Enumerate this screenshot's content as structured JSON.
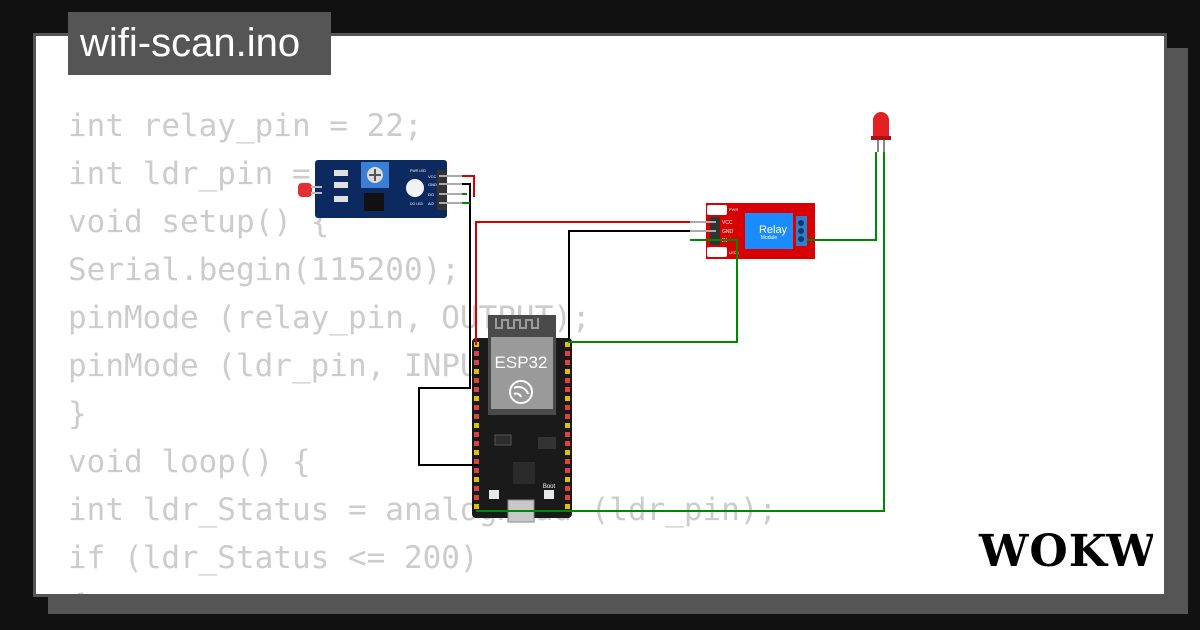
{
  "title": "wifi-scan.ino",
  "code_lines": [
    "int relay_pin = 22;",
    "int ldr_pin = 34;",
    "void setup() {",
    "Serial.begin(115200);",
    "pinMode (relay_pin, OUTPUT);",
    "pinMode (ldr_pin, INPUT);",
    "}",
    "void loop() {",
    "int ldr_Status = analogRead (ldr_pin);",
    "if (ldr_Status <= 200)",
    "{"
  ],
  "esp32": {
    "label": "ESP32",
    "boot_label": "Boot"
  },
  "relay": {
    "label": "Relay",
    "sub_label": "Module",
    "pins": [
      "VCC",
      "GND",
      "IN"
    ],
    "top_label": "PWR",
    "bottom_label": "LED1"
  },
  "ldr_module": {
    "pins": [
      "VCC",
      "GND",
      "DO",
      "AO"
    ],
    "pwr_label": "PWR LED",
    "do_label": "DO LED"
  },
  "logo": "WOKWi",
  "colors": {
    "wire_red": "#d40000",
    "wire_green": "#008800",
    "wire_black": "#000000",
    "board": "#1a1a1a",
    "relay_board": "#d80000",
    "relay_blue": "#1a8cff",
    "ldr_board": "#0c2a60"
  }
}
